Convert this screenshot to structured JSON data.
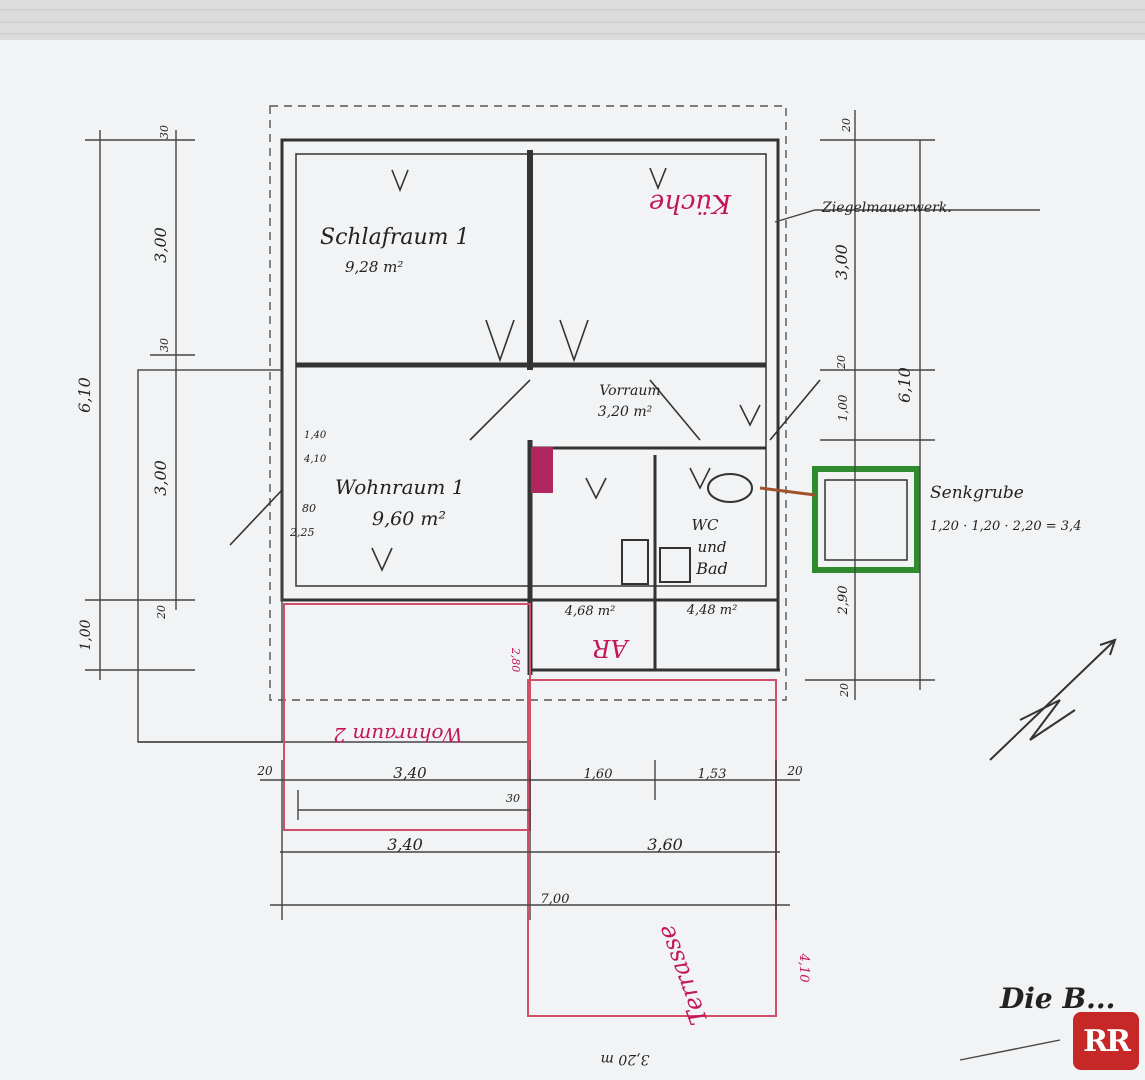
{
  "rooms": {
    "schlafraum": {
      "name": "Schlafraum 1",
      "area": "9,28 m²"
    },
    "kueche": {
      "name": "Küche"
    },
    "vorraum": {
      "name": "Vorraum",
      "area": "3,20 m²"
    },
    "wohnraum": {
      "name": "Wohnraum 1",
      "area": "9,60 m²"
    },
    "ar": {
      "name": "AR",
      "area": "4,68 m²"
    },
    "wc": {
      "line1": "WC",
      "line2": "und",
      "line3": "Bad",
      "area": "4,48 m²"
    },
    "wohnraum2": {
      "name": "Wohnraum 2"
    },
    "terrasse": {
      "name": "Terrasse"
    }
  },
  "annotations": {
    "ziegel": "Ziegelmauerwerk.",
    "senkgrube": "Senkgrube",
    "senkgrube_formula": "1,20 · 1,20 · 2,20 = 3,4",
    "die": "Die B..."
  },
  "dimensions": {
    "left": {
      "d1": "3,00",
      "d2": "6,10",
      "d3": "3,00",
      "d4": "1,00",
      "top": "30",
      "mid": "30",
      "d5": "20"
    },
    "right": {
      "d1": "3,00",
      "d2": "6,10",
      "d3": "1,00",
      "d4": "2,90",
      "top": "20",
      "bottom": "20",
      "mid": "20"
    },
    "bottom": {
      "a": "20",
      "b": "3,40",
      "c": "1,60",
      "d": "1,53",
      "e": "20",
      "f": "30",
      "g": "3,40",
      "h": "3,60",
      "total": "7,00"
    },
    "misc": {
      "v1": "2,80",
      "v2": "4,10",
      "w1": "1,40",
      "w2": "4,10",
      "x1": "80",
      "x2": "2,25",
      "y1": "3,20 m",
      "terrasse_side": "4,10"
    }
  },
  "colors": {
    "highlight_ar": "#b0275f",
    "senkgrube_box": "#2e8b2e",
    "logo": "#c62828"
  },
  "logo": {
    "text": "RR"
  }
}
